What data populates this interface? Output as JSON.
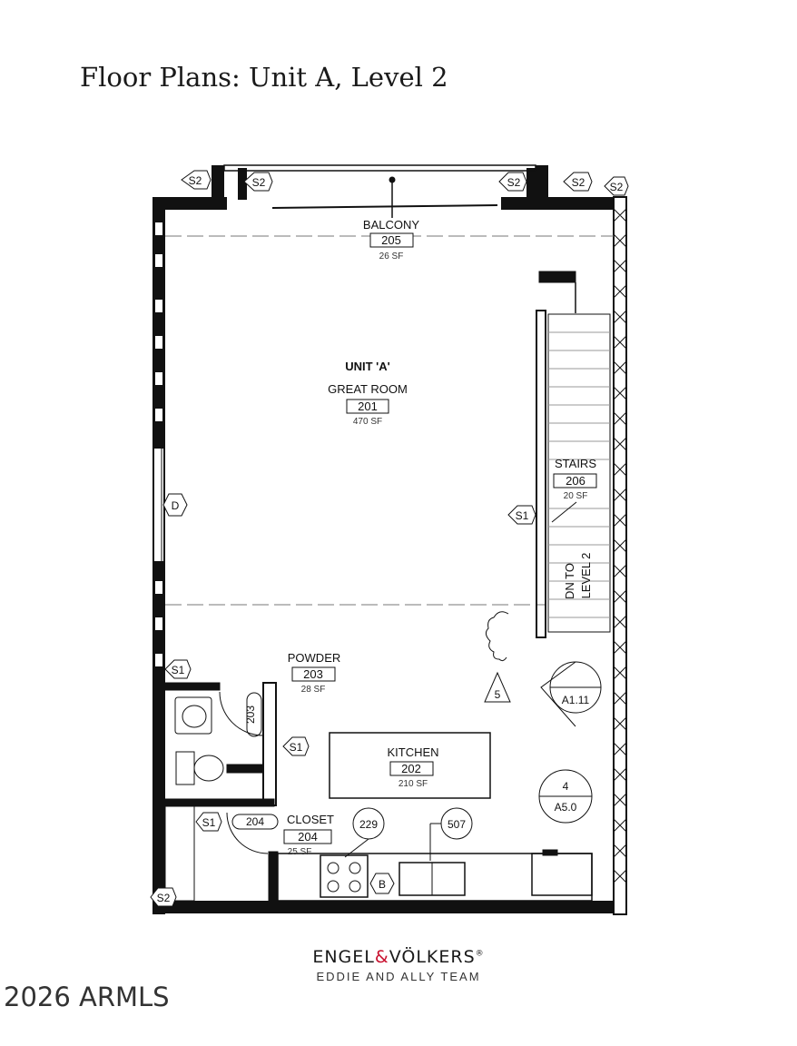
{
  "title": "Floor Plans: Unit A, Level 2",
  "unit_label": "UNIT 'A'",
  "rooms": {
    "balcony": {
      "name": "BALCONY",
      "number": "205",
      "area": "26 SF"
    },
    "great_room": {
      "name": "GREAT ROOM",
      "number": "201",
      "area": "470 SF"
    },
    "stairs": {
      "name": "STAIRS",
      "number": "206",
      "area": "20 SF"
    },
    "powder": {
      "name": "POWDER",
      "number": "203",
      "area": "28 SF"
    },
    "kitchen": {
      "name": "KITCHEN",
      "number": "202",
      "area": "210 SF"
    },
    "closet": {
      "name": "CLOSET",
      "number": "204",
      "area": "25 SF"
    }
  },
  "stair_note_line1": "DN TO",
  "stair_note_line2": "LEVEL 2",
  "tags": {
    "s1": "S1",
    "s2": "S2",
    "d": "D",
    "b": "B",
    "section_5": "5",
    "a111": "A1.11",
    "a50": "A5.0",
    "a50_num": "4",
    "t229": "229",
    "t507": "507",
    "door_203": "203",
    "door_204": "204"
  },
  "brand": {
    "part1": "ENGEL",
    "amp": "&",
    "part2": "VÖLKERS",
    "reg": "®",
    "team": "EDDIE AND ALLY TEAM"
  },
  "copyright": "2026 ARMLS"
}
